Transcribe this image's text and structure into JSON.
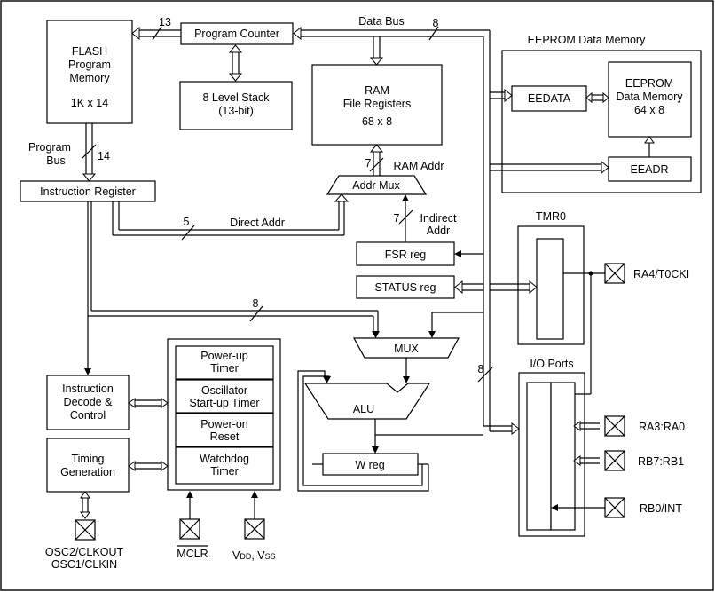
{
  "blocks": {
    "flash": [
      "FLASH",
      "Program",
      "Memory",
      "1K x 14"
    ],
    "program_counter": "Program Counter",
    "stack": [
      "8 Level Stack",
      "(13-bit)"
    ],
    "ram": [
      "RAM",
      "File Registers",
      "68 x 8"
    ],
    "eeprom_group": "EEPROM Data Memory",
    "eedata": "EEDATA",
    "eeprom": [
      "EEPROM",
      "Data Memory",
      "64 x 8"
    ],
    "eeadr": "EEADR",
    "instruction_register": "Instruction Register",
    "addr_mux": "Addr Mux",
    "fsr": "FSR reg",
    "status": "STATUS reg",
    "tmr0": "TMR0",
    "mux": "MUX",
    "alu": "ALU",
    "wreg": "W reg",
    "io_ports": "I/O Ports",
    "decode": [
      "Instruction",
      "Decode &",
      "Control"
    ],
    "timing": [
      "Timing",
      "Generation"
    ],
    "powerup": [
      "Power-up",
      "Timer"
    ],
    "oscillator": [
      "Oscillator",
      "Start-up Timer"
    ],
    "poweron": [
      "Power-on",
      "Reset"
    ],
    "watchdog": [
      "Watchdog",
      "Timer"
    ]
  },
  "labels": {
    "data_bus": "Data Bus",
    "program_bus": [
      "Program",
      "Bus"
    ],
    "ram_addr": "RAM Addr",
    "direct_addr": "Direct Addr",
    "indirect_addr": [
      "Indirect",
      "Addr"
    ]
  },
  "bus_widths": {
    "pc_to_flash": "13",
    "data_bus": "8",
    "program_bus": "14",
    "ram_addr": "7",
    "direct_addr": "5",
    "indirect_addr": "7",
    "ir_to_mux": "8",
    "alu_to_io": "8"
  },
  "pins": {
    "ra4": "RA4/T0CKI",
    "ra3": "RA3:RA0",
    "rb7": "RB7:RB1",
    "rb0": "RB0/INT",
    "osc": [
      "OSC2/CLKOUT",
      "OSC1/CLKIN"
    ],
    "mclr": "MCLR",
    "vdd_vss": [
      "V",
      "DD",
      ", V",
      "SS"
    ]
  }
}
